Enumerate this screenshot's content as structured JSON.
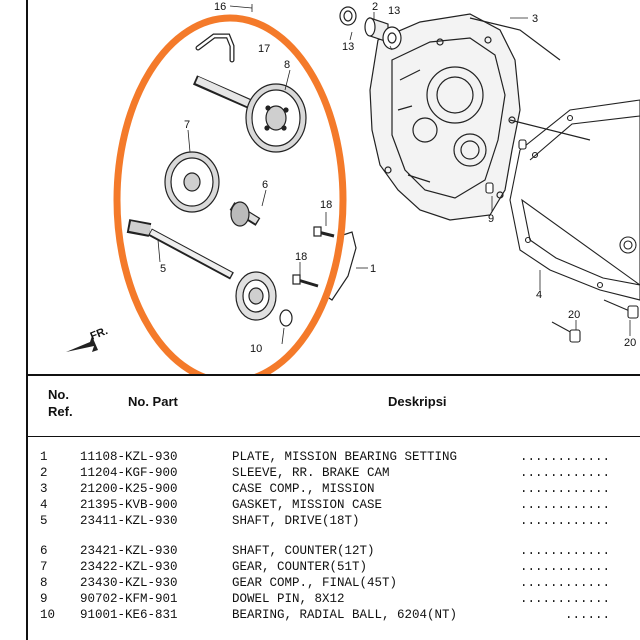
{
  "diagram": {
    "callouts": [
      {
        "id": "16",
        "label": "16"
      },
      {
        "id": "17",
        "label": "17"
      },
      {
        "id": "8",
        "label": "8"
      },
      {
        "id": "7",
        "label": "7"
      },
      {
        "id": "6",
        "label": "6"
      },
      {
        "id": "5",
        "label": "5"
      },
      {
        "id": "18a",
        "label": "18"
      },
      {
        "id": "18b",
        "label": "18"
      },
      {
        "id": "1",
        "label": "1"
      },
      {
        "id": "10",
        "label": "10"
      },
      {
        "id": "2",
        "label": "2"
      },
      {
        "id": "13a",
        "label": "13"
      },
      {
        "id": "13b",
        "label": "13"
      },
      {
        "id": "3",
        "label": "3"
      },
      {
        "id": "9",
        "label": "9"
      },
      {
        "id": "4",
        "label": "4"
      },
      {
        "id": "20a",
        "label": "20"
      },
      {
        "id": "20b",
        "label": "20"
      }
    ],
    "direction_label": "FR.",
    "highlight_color": "#f47a2a"
  },
  "table": {
    "header": {
      "ref_line1": "No.",
      "ref_line2": "Ref.",
      "part": "No. Part",
      "desc": "Deskripsi"
    },
    "rows": [
      {
        "ref": "1",
        "part": "11108-KZL-930",
        "desc": "PLATE, MISSION BEARING SETTING",
        "dots": "............"
      },
      {
        "ref": "2",
        "part": "11204-KGF-900",
        "desc": "SLEEVE, RR. BRAKE CAM",
        "dots": "............"
      },
      {
        "ref": "3",
        "part": "21200-K25-900",
        "desc": "CASE COMP., MISSION",
        "dots": "............"
      },
      {
        "ref": "4",
        "part": "21395-KVB-900",
        "desc": "GASKET, MISSION CASE",
        "dots": "............"
      },
      {
        "ref": "5",
        "part": "23411-KZL-930",
        "desc": "SHAFT, DRIVE(18T)",
        "dots": "............"
      },
      {
        "ref": "6",
        "part": "23421-KZL-930",
        "desc": "SHAFT, COUNTER(12T)",
        "dots": "............"
      },
      {
        "ref": "7",
        "part": "23422-KZL-930",
        "desc": "GEAR, COUNTER(51T)",
        "dots": "............"
      },
      {
        "ref": "8",
        "part": "23430-KZL-930",
        "desc": "GEAR COMP., FINAL(45T)",
        "dots": "............"
      },
      {
        "ref": "9",
        "part": "90702-KFM-901",
        "desc": "DOWEL PIN, 8X12",
        "dots": "............"
      },
      {
        "ref": "10",
        "part": "91001-KE6-831",
        "desc": "BEARING, RADIAL BALL, 6204(NT)",
        "dots": "......"
      }
    ]
  }
}
